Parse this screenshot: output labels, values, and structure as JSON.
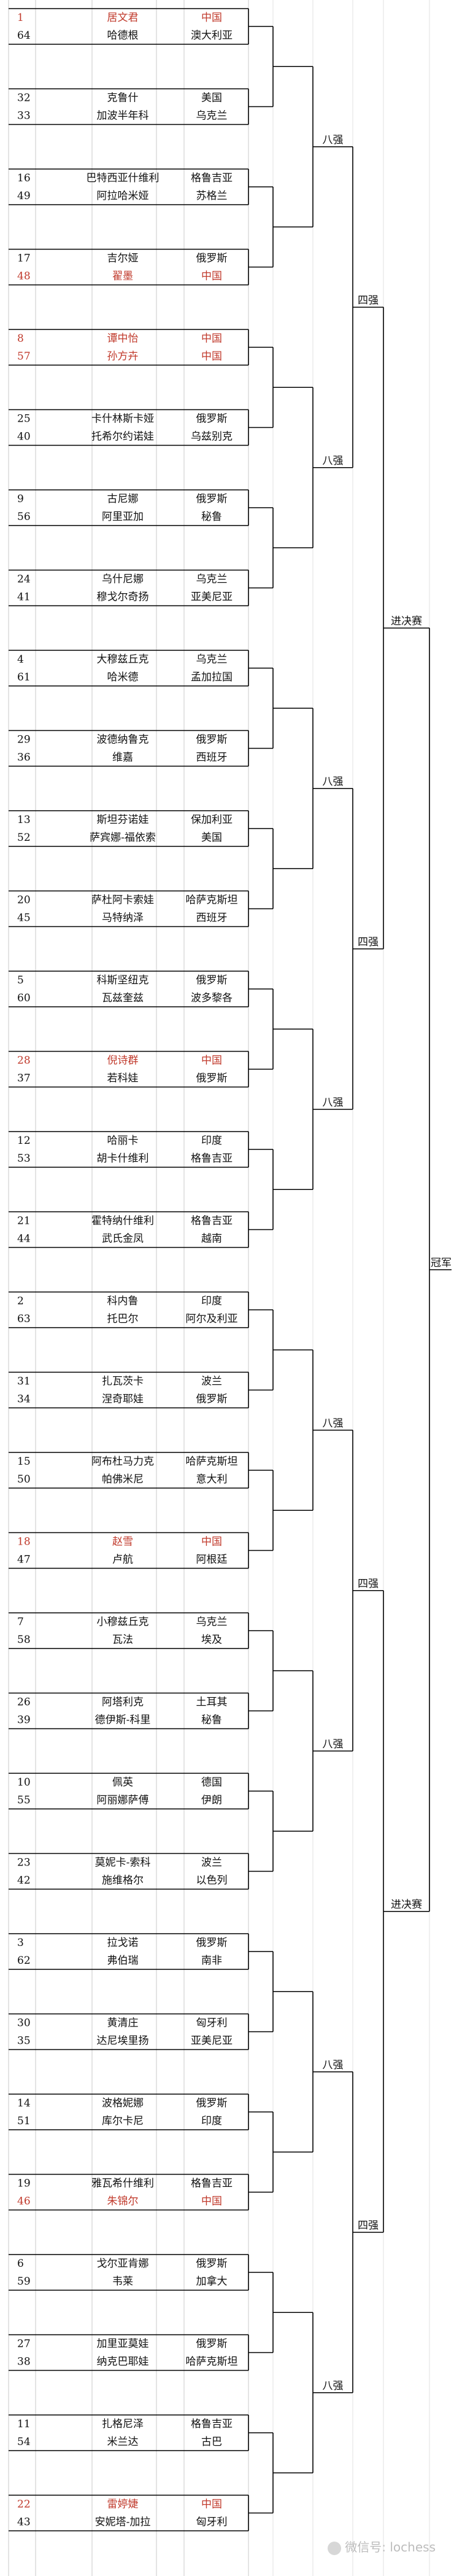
{
  "colors": {
    "highlight": "#c0392b",
    "text": "#111111",
    "rule": "#000000",
    "grid": "#c8c8c8"
  },
  "round_labels": {
    "qf": "八强",
    "sf": "四强",
    "final": "进决赛",
    "champion": "冠军"
  },
  "watermark": "微信号: lochess",
  "matches": [
    {
      "players": [
        {
          "seed": "1",
          "name": "居文君",
          "country": "中国",
          "hl": true
        },
        {
          "seed": "64",
          "name": "哈德根",
          "country": "澳大利亚",
          "hl": false
        }
      ]
    },
    {
      "players": [
        {
          "seed": "32",
          "name": "克鲁什",
          "country": "美国",
          "hl": false
        },
        {
          "seed": "33",
          "name": "加波半年科",
          "country": "乌克兰",
          "hl": false
        }
      ]
    },
    {
      "players": [
        {
          "seed": "16",
          "name": "巴特西亚什维利",
          "country": "格鲁吉亚",
          "hl": false
        },
        {
          "seed": "49",
          "name": "阿拉哈米娅",
          "country": "苏格兰",
          "hl": false
        }
      ]
    },
    {
      "players": [
        {
          "seed": "17",
          "name": "吉尔娅",
          "country": "俄罗斯",
          "hl": false
        },
        {
          "seed": "48",
          "name": "翟墨",
          "country": "中国",
          "hl": true
        }
      ]
    },
    {
      "players": [
        {
          "seed": "8",
          "name": "谭中怡",
          "country": "中国",
          "hl": true
        },
        {
          "seed": "57",
          "name": "孙方卉",
          "country": "中国",
          "hl": true
        }
      ]
    },
    {
      "players": [
        {
          "seed": "25",
          "name": "卡什林斯卡娅",
          "country": "俄罗斯",
          "hl": false
        },
        {
          "seed": "40",
          "name": "托希尔约诺娃",
          "country": "乌兹别克",
          "hl": false
        }
      ]
    },
    {
      "players": [
        {
          "seed": "9",
          "name": "古尼娜",
          "country": "俄罗斯",
          "hl": false
        },
        {
          "seed": "56",
          "name": "阿里亚加",
          "country": "秘鲁",
          "hl": false
        }
      ]
    },
    {
      "players": [
        {
          "seed": "24",
          "name": "乌什尼娜",
          "country": "乌克兰",
          "hl": false
        },
        {
          "seed": "41",
          "name": "穆戈尔奇扬",
          "country": "亚美尼亚",
          "hl": false
        }
      ]
    },
    {
      "players": [
        {
          "seed": "4",
          "name": "大穆兹丘克",
          "country": "乌克兰",
          "hl": false
        },
        {
          "seed": "61",
          "name": "哈米德",
          "country": "孟加拉国",
          "hl": false
        }
      ]
    },
    {
      "players": [
        {
          "seed": "29",
          "name": "波德纳鲁克",
          "country": "俄罗斯",
          "hl": false
        },
        {
          "seed": "36",
          "name": "维嘉",
          "country": "西班牙",
          "hl": false
        }
      ]
    },
    {
      "players": [
        {
          "seed": "13",
          "name": "斯坦芬诺娃",
          "country": "保加利亚",
          "hl": false
        },
        {
          "seed": "52",
          "name": "萨宾娜-福依索",
          "country": "美国",
          "hl": false
        }
      ]
    },
    {
      "players": [
        {
          "seed": "20",
          "name": "萨杜阿卡索娃",
          "country": "哈萨克斯坦",
          "hl": false
        },
        {
          "seed": "45",
          "name": "马特纳泽",
          "country": "西班牙",
          "hl": false
        }
      ]
    },
    {
      "players": [
        {
          "seed": "5",
          "name": "科斯坚纽克",
          "country": "俄罗斯",
          "hl": false
        },
        {
          "seed": "60",
          "name": "瓦兹奎兹",
          "country": "波多黎各",
          "hl": false
        }
      ]
    },
    {
      "players": [
        {
          "seed": "28",
          "name": "倪诗群",
          "country": "中国",
          "hl": true
        },
        {
          "seed": "37",
          "name": "若科娃",
          "country": "俄罗斯",
          "hl": false
        }
      ]
    },
    {
      "players": [
        {
          "seed": "12",
          "name": "哈丽卡",
          "country": "印度",
          "hl": false
        },
        {
          "seed": "53",
          "name": "胡卡什维利",
          "country": "格鲁吉亚",
          "hl": false
        }
      ]
    },
    {
      "players": [
        {
          "seed": "21",
          "name": "霍特纳什维利",
          "country": "格鲁吉亚",
          "hl": false
        },
        {
          "seed": "44",
          "name": "武氏金凤",
          "country": "越南",
          "hl": false
        }
      ]
    },
    {
      "players": [
        {
          "seed": "2",
          "name": "科内鲁",
          "country": "印度",
          "hl": false
        },
        {
          "seed": "63",
          "name": "托巴尔",
          "country": "阿尔及利亚",
          "hl": false
        }
      ]
    },
    {
      "players": [
        {
          "seed": "31",
          "name": "扎瓦茨卡",
          "country": "波兰",
          "hl": false
        },
        {
          "seed": "34",
          "name": "涅奇耶娃",
          "country": "俄罗斯",
          "hl": false
        }
      ]
    },
    {
      "players": [
        {
          "seed": "15",
          "name": "阿布杜马力克",
          "country": "哈萨克斯坦",
          "hl": false
        },
        {
          "seed": "50",
          "name": "帕佛米尼",
          "country": "意大利",
          "hl": false
        }
      ]
    },
    {
      "players": [
        {
          "seed": "18",
          "name": "赵雪",
          "country": "中国",
          "hl": true
        },
        {
          "seed": "47",
          "name": "卢航",
          "country": "阿根廷",
          "hl": false
        }
      ]
    },
    {
      "players": [
        {
          "seed": "7",
          "name": "小穆兹丘克",
          "country": "乌克兰",
          "hl": false
        },
        {
          "seed": "58",
          "name": "瓦法",
          "country": "埃及",
          "hl": false
        }
      ]
    },
    {
      "players": [
        {
          "seed": "26",
          "name": "阿塔利克",
          "country": "土耳其",
          "hl": false
        },
        {
          "seed": "39",
          "name": "德伊斯-科里",
          "country": "秘鲁",
          "hl": false
        }
      ]
    },
    {
      "players": [
        {
          "seed": "10",
          "name": "佩英",
          "country": "德国",
          "hl": false
        },
        {
          "seed": "55",
          "name": "阿丽娜萨傅",
          "country": "伊朗",
          "hl": false
        }
      ]
    },
    {
      "players": [
        {
          "seed": "23",
          "name": "莫妮卡-索科",
          "country": "波兰",
          "hl": false
        },
        {
          "seed": "42",
          "name": "施维格尔",
          "country": "以色列",
          "hl": false
        }
      ]
    },
    {
      "players": [
        {
          "seed": "3",
          "name": "拉戈诺",
          "country": "俄罗斯",
          "hl": false
        },
        {
          "seed": "62",
          "name": "弗伯瑞",
          "country": "南非",
          "hl": false
        }
      ]
    },
    {
      "players": [
        {
          "seed": "30",
          "name": "黄清庄",
          "country": "匈牙利",
          "hl": false
        },
        {
          "seed": "35",
          "name": "达尼埃里扬",
          "country": "亚美尼亚",
          "hl": false
        }
      ]
    },
    {
      "players": [
        {
          "seed": "14",
          "name": "波格妮娜",
          "country": "俄罗斯",
          "hl": false
        },
        {
          "seed": "51",
          "name": "库尔卡尼",
          "country": "印度",
          "hl": false
        }
      ]
    },
    {
      "players": [
        {
          "seed": "19",
          "name": "雅瓦希什维利",
          "country": "格鲁吉亚",
          "hl": false
        },
        {
          "seed": "46",
          "name": "朱锦尔",
          "country": "中国",
          "hl": true
        }
      ]
    },
    {
      "players": [
        {
          "seed": "6",
          "name": "戈尔亚肯娜",
          "country": "俄罗斯",
          "hl": false
        },
        {
          "seed": "59",
          "name": "韦莱",
          "country": "加拿大",
          "hl": false
        }
      ]
    },
    {
      "players": [
        {
          "seed": "27",
          "name": "加里亚莫娃",
          "country": "俄罗斯",
          "hl": false
        },
        {
          "seed": "38",
          "name": "纳克巴耶娃",
          "country": "哈萨克斯坦",
          "hl": false
        }
      ]
    },
    {
      "players": [
        {
          "seed": "11",
          "name": "扎格尼泽",
          "country": "格鲁吉亚",
          "hl": false
        },
        {
          "seed": "54",
          "name": "米兰达",
          "country": "古巴",
          "hl": false
        }
      ]
    },
    {
      "players": [
        {
          "seed": "22",
          "name": "雷婷婕",
          "country": "中国",
          "hl": true
        },
        {
          "seed": "43",
          "name": "安妮塔-加拉",
          "country": "匈牙利",
          "hl": false
        }
      ]
    }
  ]
}
